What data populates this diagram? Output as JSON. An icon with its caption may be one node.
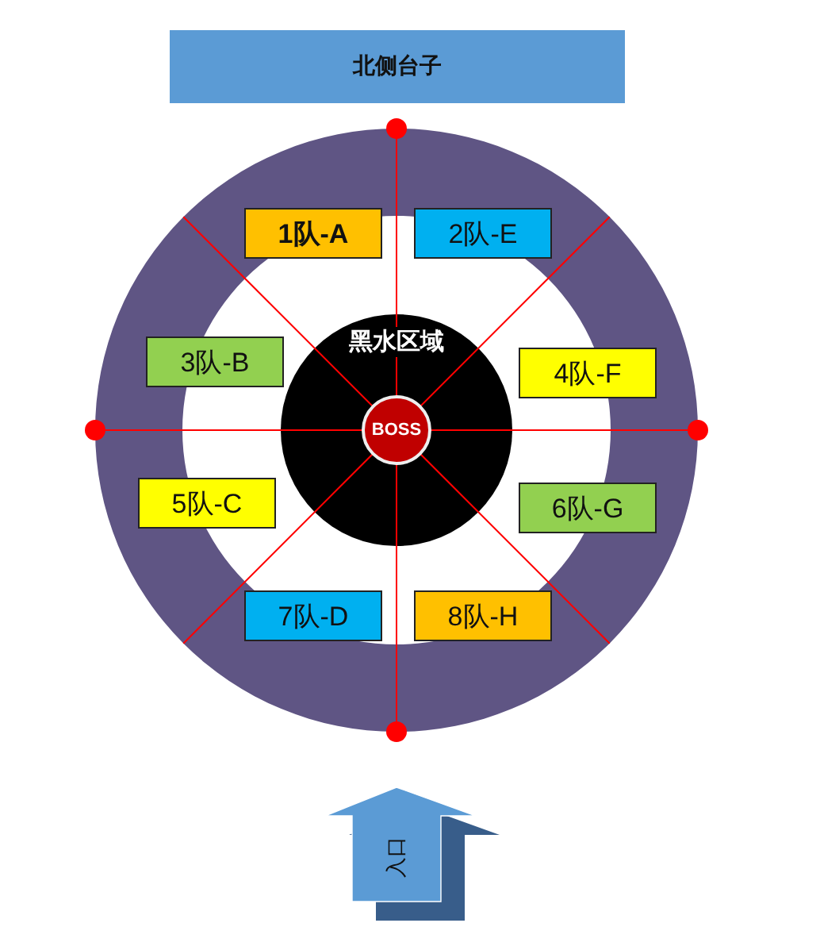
{
  "diagram": {
    "nodes": [
      {
        "text": [
          "北侧台子"
        ]
      },
      {
        "text": [
          "黑水区域"
        ]
      },
      {
        "text": [
          "BOSS"
        ],
        "in": 1
      },
      {
        "text": [
          "1队-A"
        ]
      },
      {
        "text": [
          "2队-E"
        ]
      },
      {
        "text": [
          "3队-B"
        ]
      },
      {
        "text": [
          "4队-F"
        ]
      },
      {
        "text": [
          "5队-C"
        ]
      },
      {
        "text": [
          "6队-G"
        ]
      },
      {
        "text": [
          "7队-D"
        ]
      },
      {
        "text": [
          "8队-H"
        ]
      },
      {
        "text": [
          "入口"
        ]
      }
    ],
    "edges": []
  }
}
